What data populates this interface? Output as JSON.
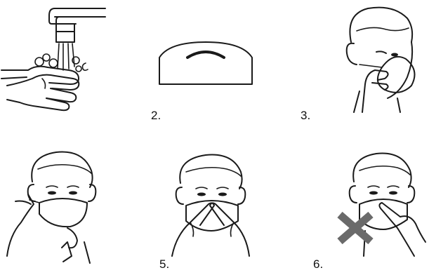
{
  "steps": [
    {
      "id": "wash-hands",
      "label": ""
    },
    {
      "id": "mask-shape",
      "label": "2."
    },
    {
      "id": "place-mask",
      "label": "3."
    },
    {
      "id": "adjust-straps",
      "label": ""
    },
    {
      "id": "press-nosepiece",
      "label": "5."
    },
    {
      "id": "do-not-touch",
      "label": "6."
    }
  ],
  "colors": {
    "ink": "#1a1a1a",
    "cross": "#6a6a6a"
  }
}
